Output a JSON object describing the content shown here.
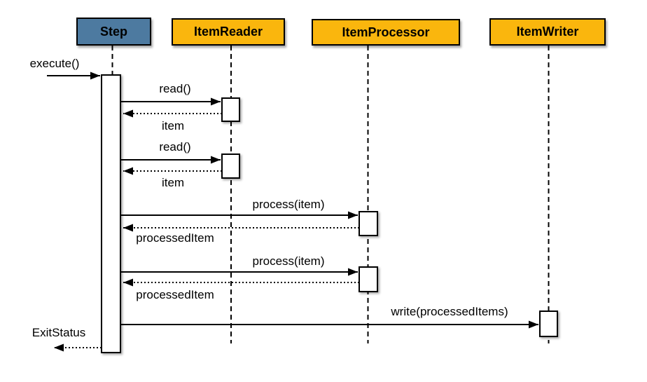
{
  "diagram": {
    "type": "uml-sequence",
    "participants": [
      {
        "label": "Step",
        "fill": "#4d7aa0"
      },
      {
        "label": "ItemReader",
        "fill": "#fab60d"
      },
      {
        "label": "ItemProcessor",
        "fill": "#fab60d"
      },
      {
        "label": "ItemWriter",
        "fill": "#fab60d"
      }
    ],
    "messages": [
      {
        "label": "execute()",
        "from": "caller",
        "to": "Step",
        "kind": "sync-call"
      },
      {
        "label": "read()",
        "from": "Step",
        "to": "ItemReader",
        "kind": "sync-call"
      },
      {
        "label": "item",
        "from": "ItemReader",
        "to": "Step",
        "kind": "return"
      },
      {
        "label": "read()",
        "from": "Step",
        "to": "ItemReader",
        "kind": "sync-call"
      },
      {
        "label": "item",
        "from": "ItemReader",
        "to": "Step",
        "kind": "return"
      },
      {
        "label": "process(item)",
        "from": "Step",
        "to": "ItemProcessor",
        "kind": "sync-call"
      },
      {
        "label": "processedItem",
        "from": "ItemProcessor",
        "to": "Step",
        "kind": "return"
      },
      {
        "label": "process(item)",
        "from": "Step",
        "to": "ItemProcessor",
        "kind": "sync-call"
      },
      {
        "label": "processedItem",
        "from": "ItemProcessor",
        "to": "Step",
        "kind": "return"
      },
      {
        "label": "write(processedItems)",
        "from": "Step",
        "to": "ItemWriter",
        "kind": "sync-call"
      },
      {
        "label": "ExitStatus",
        "from": "Step",
        "to": "caller",
        "kind": "return"
      }
    ],
    "colors": {
      "step_header": "#4d7aa0",
      "item_header": "#fab60d",
      "line": "#000000",
      "background": "#ffffff"
    }
  }
}
